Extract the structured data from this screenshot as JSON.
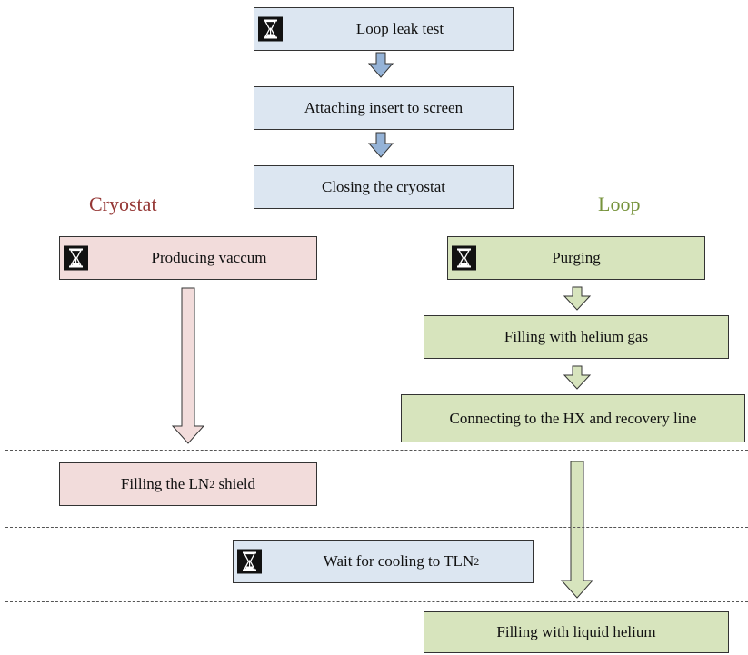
{
  "sections": {
    "cryostat": "Cryostat",
    "loop": "Loop"
  },
  "steps": {
    "loop_leak_test": "Loop leak test",
    "attaching_insert": "Attaching insert to screen",
    "closing_cryostat": "Closing the cryostat",
    "producing_vacuum": "Producing vaccum",
    "purging": "Purging",
    "filling_helium_gas": "Filling with helium gas",
    "connecting_hx": "Connecting to the HX and recovery line",
    "filling_ln2_prefix": "Filling the LN",
    "filling_ln2_sub": "2",
    "filling_ln2_suffix": " shield",
    "wait_cooling_prefix": "Wait for cooling to TLN",
    "wait_cooling_sub": "2",
    "filling_liquid_helium": "Filling with liquid helium"
  },
  "colors": {
    "blue_box": "#dce6f1",
    "pink_box": "#f2dcdb",
    "green_box": "#d7e4bd",
    "cryostat_title": "#953735",
    "loop_title": "#77933c",
    "blue_arrow": "#95b3d7",
    "pink_arrow": "#f2dcdb",
    "green_arrow": "#d7e4bd"
  },
  "icons": {
    "wait": "hourglass-icon"
  }
}
